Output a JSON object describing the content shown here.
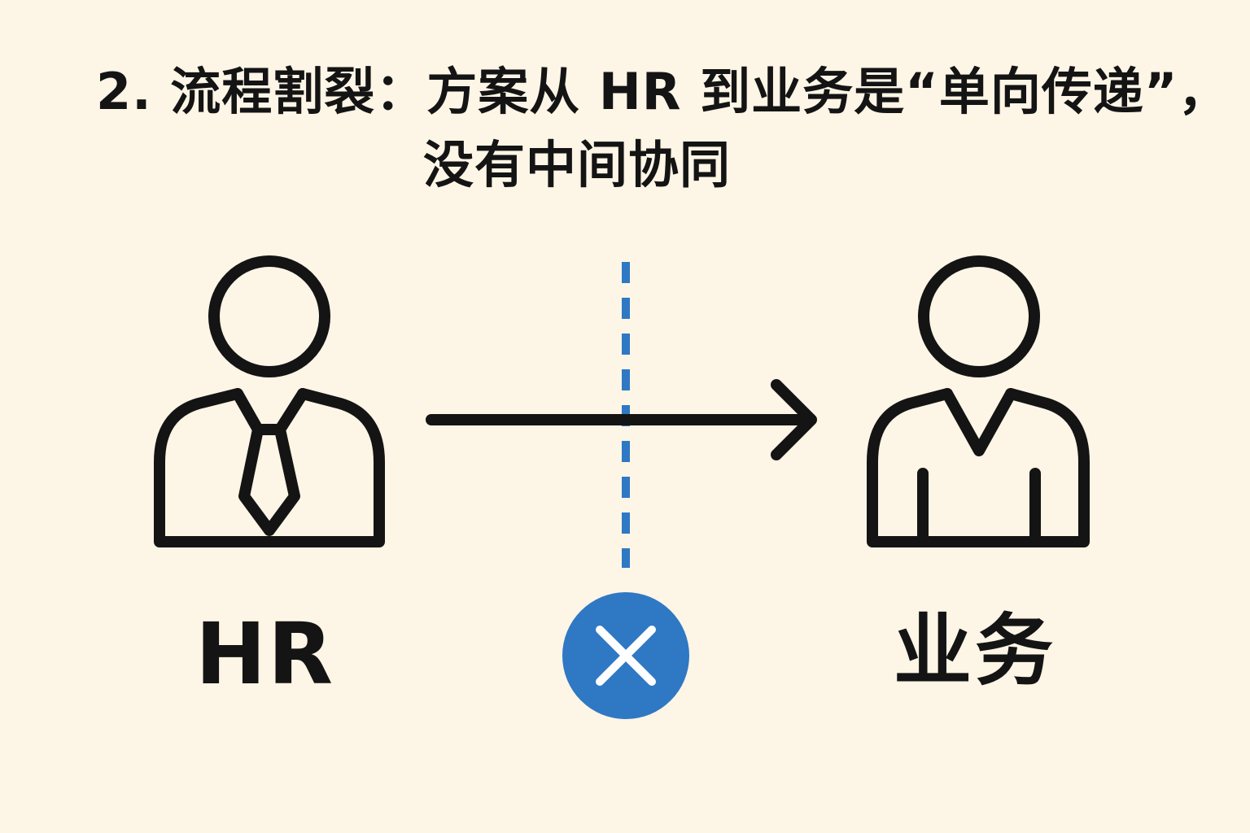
{
  "title": {
    "line1": "2. 流程割裂：方案从 HR 到业务是“单向传递”，",
    "line2": "没有中间协同"
  },
  "nodes": {
    "hr": {
      "label": "HR",
      "icon": "person-with-tie-icon"
    },
    "business": {
      "label": "业务",
      "icon": "person-icon"
    }
  },
  "connector": {
    "arrow": "right-arrow-icon",
    "divider": "dashed-divider"
  },
  "status": {
    "icon": "x-mark-icon"
  },
  "colors": {
    "background": "#fdf5e6",
    "ink": "#141414",
    "accent": "#2f78c4"
  }
}
